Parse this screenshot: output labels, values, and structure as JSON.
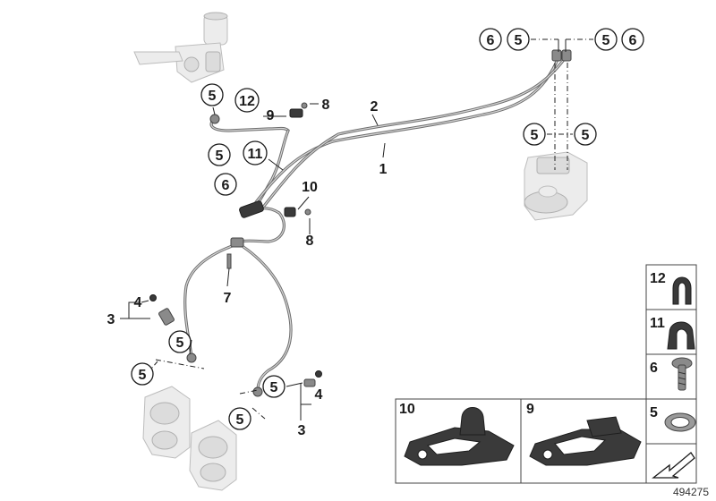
{
  "callouts": {
    "c1": "6",
    "c2": "5",
    "c3": "5",
    "c4": "6",
    "c5": "5",
    "c6": "12",
    "c7": "5",
    "c8": "11",
    "c9": "6",
    "c10": "5",
    "c11": "5",
    "c12": "5",
    "c13": "5",
    "c14": "5",
    "c15": "5"
  },
  "plain_labels": {
    "p1": "2",
    "p2": "1",
    "p3": "9",
    "p4": "8",
    "p5": "10",
    "p6": "8",
    "p7": "7",
    "p8": "4",
    "p9": "3",
    "p10": "4",
    "p11": "3"
  },
  "legend": {
    "c12": "12",
    "c11": "11",
    "c6": "6",
    "c5": "5",
    "c10": "10",
    "c9": "9"
  },
  "reference_number": "494275"
}
